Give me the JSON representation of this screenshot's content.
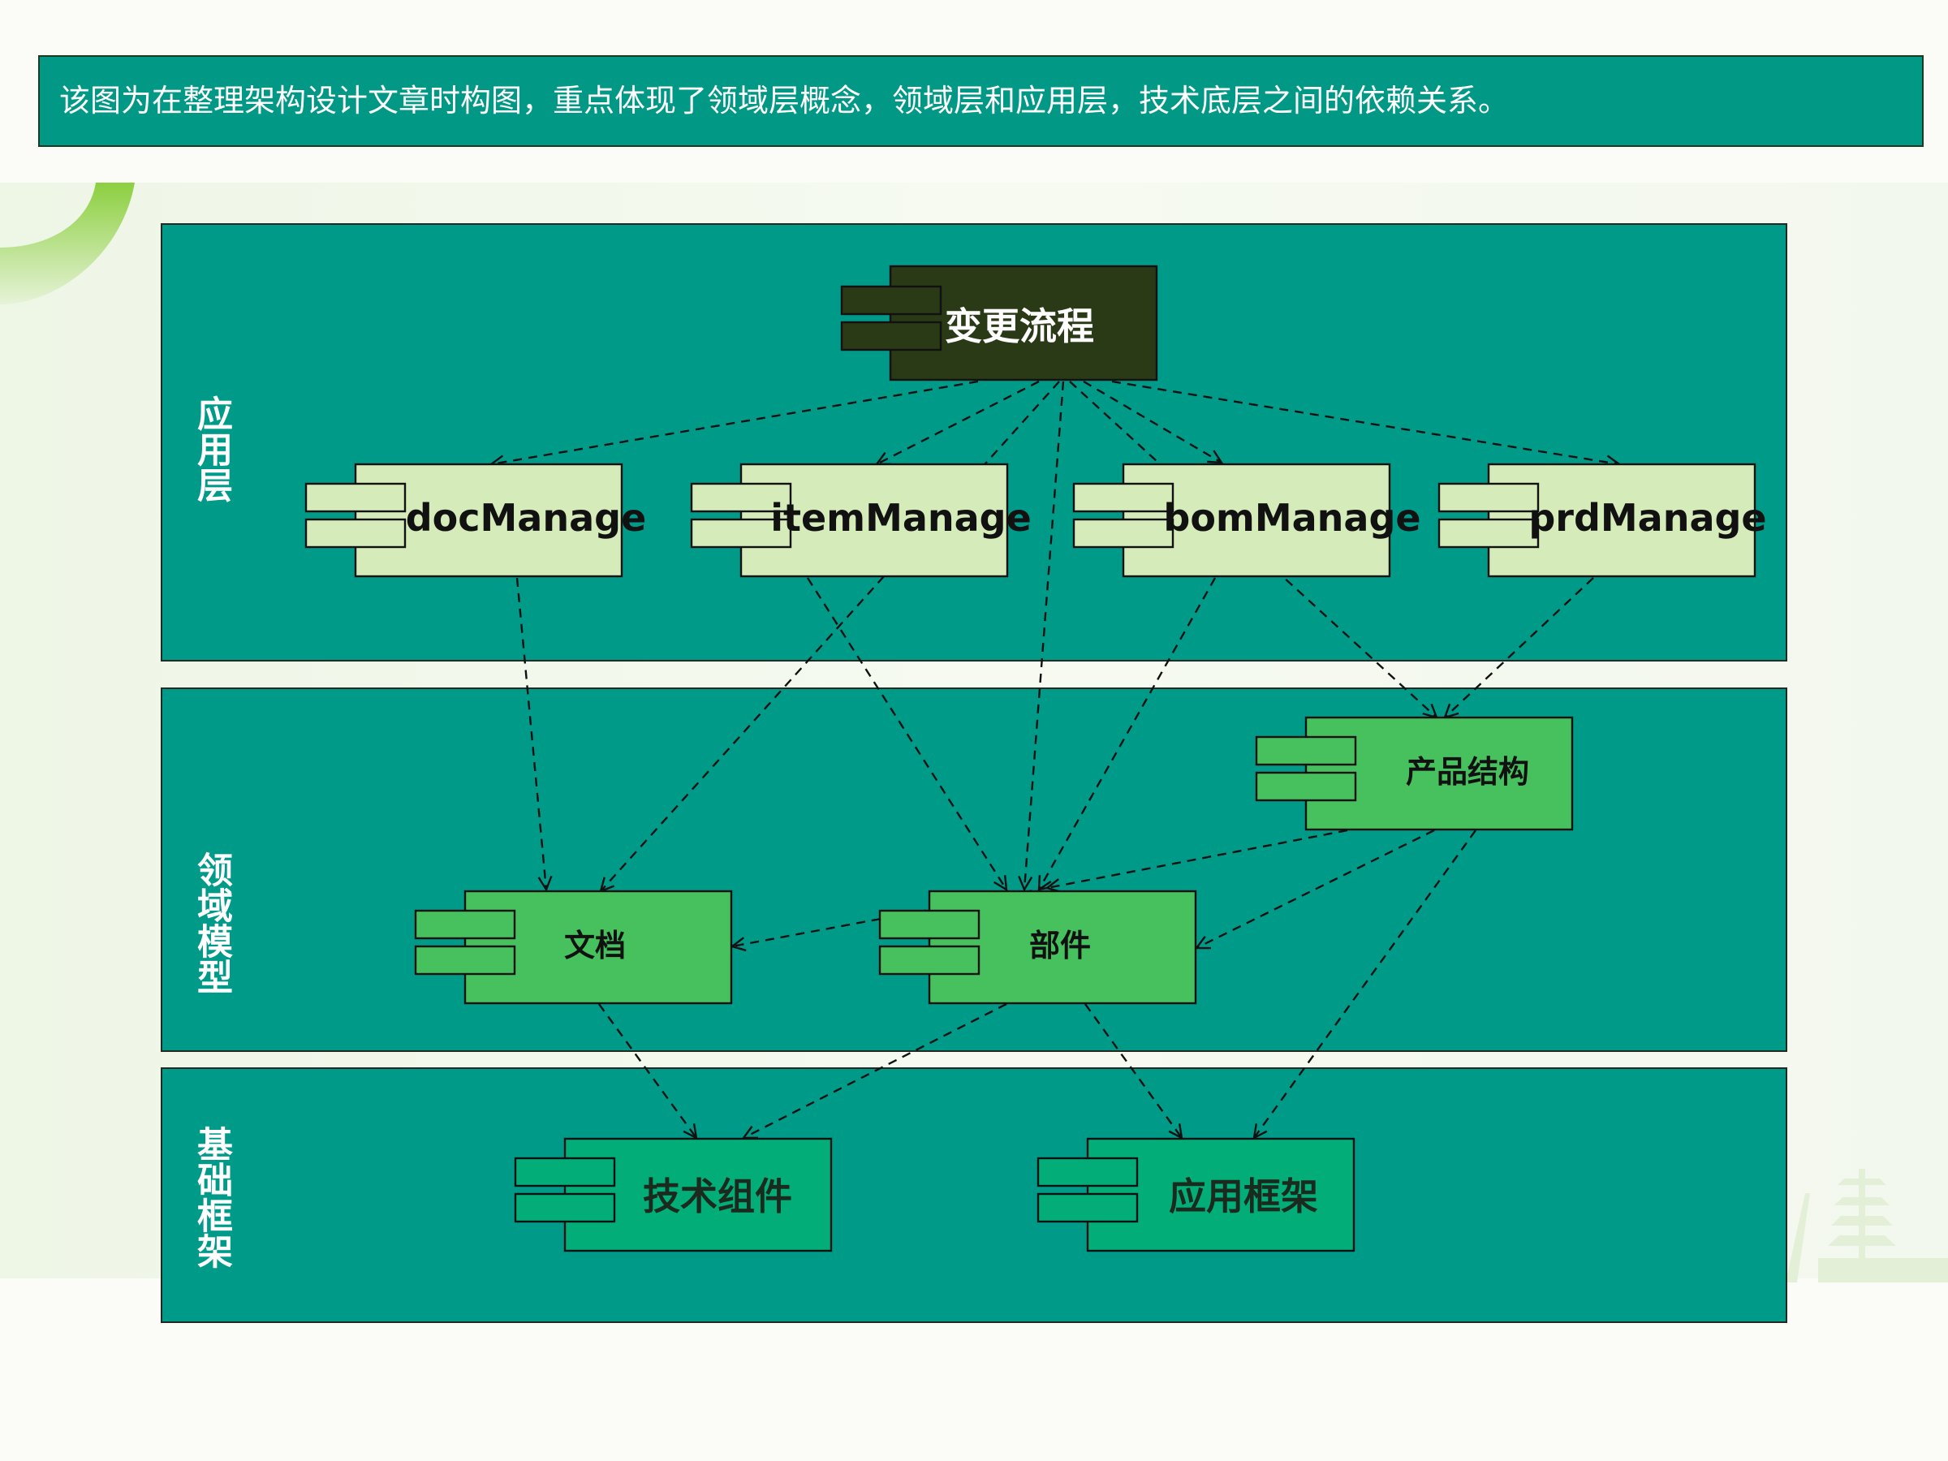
{
  "caption": "该图为在整理架构设计文章时构图，重点体现了领域层概念，领域层和应用层，技术底层之间的依赖关系。",
  "layers": {
    "app": {
      "label": "应用层"
    },
    "domain": {
      "label": "领域模型"
    },
    "infra": {
      "label": "基础框架"
    }
  },
  "components": {
    "change_flow": "变更流程",
    "doc_manage": "docManage",
    "item_manage": "itemManage",
    "bom_manage": "bomManage",
    "prd_manage": "prdManage",
    "product_structure": "产品结构",
    "document": "文档",
    "part": "部件",
    "tech_component": "技术组件",
    "app_framework": "应用框架"
  },
  "dependencies": [
    {
      "from": "变更流程",
      "to": "docManage"
    },
    {
      "from": "变更流程",
      "to": "itemManage"
    },
    {
      "from": "变更流程",
      "to": "bomManage"
    },
    {
      "from": "变更流程",
      "to": "prdManage"
    },
    {
      "from": "变更流程",
      "to": "文档"
    },
    {
      "from": "变更流程",
      "to": "部件"
    },
    {
      "from": "变更流程",
      "to": "产品结构"
    },
    {
      "from": "docManage",
      "to": "文档"
    },
    {
      "from": "itemManage",
      "to": "部件"
    },
    {
      "from": "bomManage",
      "to": "部件"
    },
    {
      "from": "prdManage",
      "to": "产品结构"
    },
    {
      "from": "产品结构",
      "to": "部件"
    },
    {
      "from": "产品结构",
      "to": "文档"
    },
    {
      "from": "产品结构",
      "to": "应用框架"
    },
    {
      "from": "文档",
      "to": "技术组件"
    },
    {
      "from": "部件",
      "to": "技术组件"
    },
    {
      "from": "部件",
      "to": "应用框架"
    }
  ],
  "colors": {
    "teal_panel": "#009a89",
    "dark_component": "#2b3a16",
    "light_component": "#d5ebb9",
    "domain_component": "#47c05e",
    "infra_component": "#03ad78",
    "accent_green": "#8ccf3f"
  }
}
